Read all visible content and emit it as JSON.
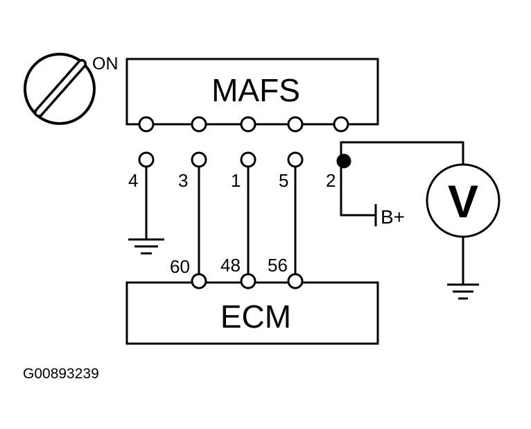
{
  "switch": {
    "label": "ON"
  },
  "mafs": {
    "label": "MAFS"
  },
  "ecm": {
    "label": "ECM"
  },
  "mafs_pins": [
    "4",
    "3",
    "1",
    "5",
    "2"
  ],
  "ecm_pins": [
    "60",
    "48",
    "56"
  ],
  "battery": {
    "label": "B+"
  },
  "meter": {
    "label": "V"
  },
  "figure": {
    "code": "G00893239"
  }
}
